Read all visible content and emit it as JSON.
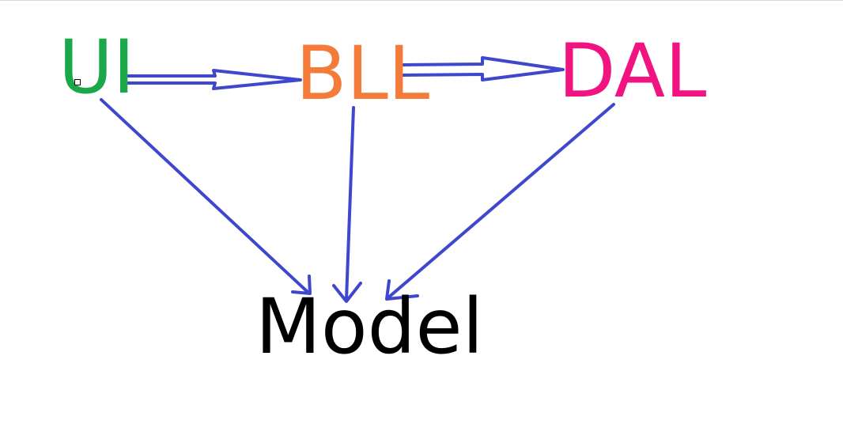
{
  "nodes": {
    "ui": {
      "label": "UI",
      "color": "#1aa84a"
    },
    "bll": {
      "label": "BLL",
      "color": "#f47b3a"
    },
    "dal": {
      "label": "DAL",
      "color": "#f01380"
    },
    "model": {
      "label": "Model",
      "color": "#000000"
    }
  },
  "edges": [
    {
      "from": "UI",
      "to": "BLL",
      "style": "hollow-double-arrow"
    },
    {
      "from": "BLL",
      "to": "DAL",
      "style": "hollow-double-arrow"
    },
    {
      "from": "UI",
      "to": "Model",
      "style": "line-arrow"
    },
    {
      "from": "BLL",
      "to": "Model",
      "style": "line-arrow"
    },
    {
      "from": "DAL",
      "to": "Model",
      "style": "line-arrow"
    }
  ],
  "arrow_color": "#3f48cc"
}
